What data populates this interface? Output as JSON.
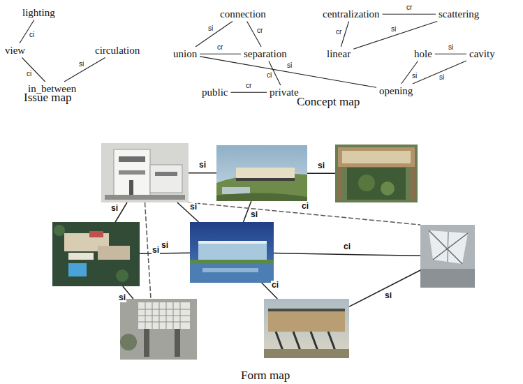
{
  "diagram": {
    "nodes": [
      {
        "text": [
          "lighting"
        ]
      },
      {
        "text": [
          "view"
        ]
      },
      {
        "text": [
          "circulation"
        ]
      },
      {
        "text": [
          "in_between"
        ]
      },
      {
        "text": [
          "connection"
        ]
      },
      {
        "text": [
          "union"
        ]
      },
      {
        "text": [
          "separation"
        ]
      },
      {
        "text": [
          "public"
        ]
      },
      {
        "text": [
          "private"
        ]
      },
      {
        "text": [
          "centralization"
        ]
      },
      {
        "text": [
          "scattering"
        ]
      },
      {
        "text": [
          "linear"
        ]
      },
      {
        "text": [
          "hole"
        ]
      },
      {
        "text": [
          "cavity"
        ]
      },
      {
        "text": [
          "opening"
        ]
      },
      {
        "text": []
      },
      {
        "text": []
      },
      {
        "text": []
      },
      {
        "text": []
      },
      {
        "text": []
      },
      {
        "text": []
      },
      {
        "text": []
      },
      {
        "text": []
      }
    ],
    "edges": [
      {
        "from": 1,
        "to": 0,
        "label": "ci",
        "arrow": "none"
      },
      {
        "from": 1,
        "to": 3,
        "label": "ci",
        "arrow": "none"
      },
      {
        "from": 3,
        "to": 2,
        "label": "si",
        "arrow": "none"
      },
      {
        "from": 5,
        "to": 4,
        "label": "si",
        "arrow": "none"
      },
      {
        "from": 4,
        "to": 6,
        "label": "cr",
        "arrow": "none"
      },
      {
        "from": 5,
        "to": 6,
        "label": "cr",
        "arrow": "none"
      },
      {
        "from": 6,
        "to": 8,
        "label": "ci",
        "arrow": "none"
      },
      {
        "from": 5,
        "to": 14,
        "label": "si",
        "arrow": "none"
      },
      {
        "from": 7,
        "to": 8,
        "label": "cr",
        "arrow": "none"
      },
      {
        "from": 9,
        "to": 10,
        "label": "cr",
        "arrow": "none"
      },
      {
        "from": 9,
        "to": 11,
        "label": "cr",
        "arrow": "none"
      },
      {
        "from": 11,
        "to": 10,
        "label": "si",
        "arrow": "none"
      },
      {
        "from": 12,
        "to": 13,
        "label": "si",
        "arrow": "none"
      },
      {
        "from": 12,
        "to": 14,
        "label": "si",
        "arrow": "none"
      },
      {
        "from": 14,
        "to": 13,
        "label": "si",
        "arrow": "none"
      },
      {
        "from": 15,
        "to": 16,
        "label": "si",
        "arrow": "none"
      },
      {
        "from": 16,
        "to": 17,
        "label": "si",
        "arrow": "none"
      },
      {
        "from": 15,
        "to": 18,
        "label": "si",
        "arrow": "none"
      },
      {
        "from": 15,
        "to": 19,
        "label": "si",
        "arrow": "none"
      },
      {
        "from": 16,
        "to": 19,
        "label": "si",
        "arrow": "none"
      },
      {
        "from": 15,
        "to": 20,
        "label": "ci",
        "arrow": "none"
      },
      {
        "from": 15,
        "to": 21,
        "label": "si",
        "arrow": "none"
      },
      {
        "from": 18,
        "to": 19,
        "label": "si",
        "arrow": "none"
      },
      {
        "from": 19,
        "to": 20,
        "label": "ci",
        "arrow": "none"
      },
      {
        "from": 18,
        "to": 21,
        "label": "si",
        "arrow": "none"
      },
      {
        "from": 19,
        "to": 22,
        "label": "ci",
        "arrow": "none"
      },
      {
        "from": 22,
        "to": 20,
        "label": "si",
        "arrow": "none"
      }
    ],
    "labels": [
      "Issue map",
      "Concept map",
      "Form map"
    ]
  }
}
